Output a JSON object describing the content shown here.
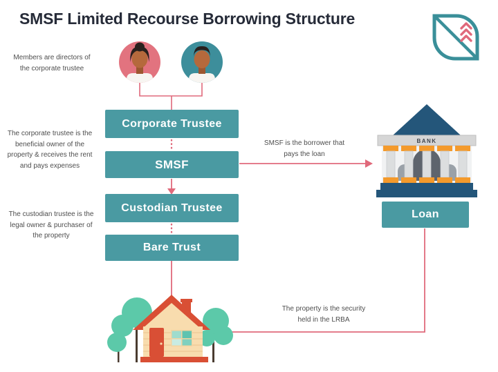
{
  "title": "SMSF Limited Recourse Borrowing Structure",
  "annotations": {
    "members": "Members are directors of the corporate trustee",
    "corporate_trustee": "The corporate trustee is the beneficial owner of the property & receives the rent and pays expenses",
    "custodian_trustee": "The custodian trustee is the legal owner & purchaser of the property",
    "borrower": "SMSF is the borrower that pays the loan",
    "property_security": "The property is the security held in the LRBA"
  },
  "flow": {
    "boxes": [
      {
        "id": "corporate-trustee",
        "label": "Corporate Trustee"
      },
      {
        "id": "smsf",
        "label": "SMSF"
      },
      {
        "id": "custodian-trustee",
        "label": "Custodian Trustee"
      },
      {
        "id": "bare-trust",
        "label": "Bare Trust"
      }
    ]
  },
  "bank": {
    "sign": "BANK"
  },
  "loan": {
    "label": "Loan"
  },
  "icons": {
    "leaf-logo-icon": "teal leaf outline with diagonal stem and three pink upward chevrons",
    "female-member-avatar": "woman with bun in salmon circle",
    "male-member-avatar": "man in teal circle",
    "bank-icon": "classical bank building with columns",
    "house-icon": "cottage with red roof and trees"
  },
  "colors": {
    "box_teal": "#4a9aa2",
    "connector_pink": "#e0697b",
    "bank_navy": "#24567a",
    "column_orange": "#f49a2c",
    "title_text": "#262b38",
    "body_text": "#4d4d4d",
    "avatar_pink": "#e2737f",
    "avatar_teal": "#3d8e9b",
    "roof_red": "#d94f35",
    "wall_cream": "#f8dcae",
    "tree_green": "#5cc9a9"
  }
}
